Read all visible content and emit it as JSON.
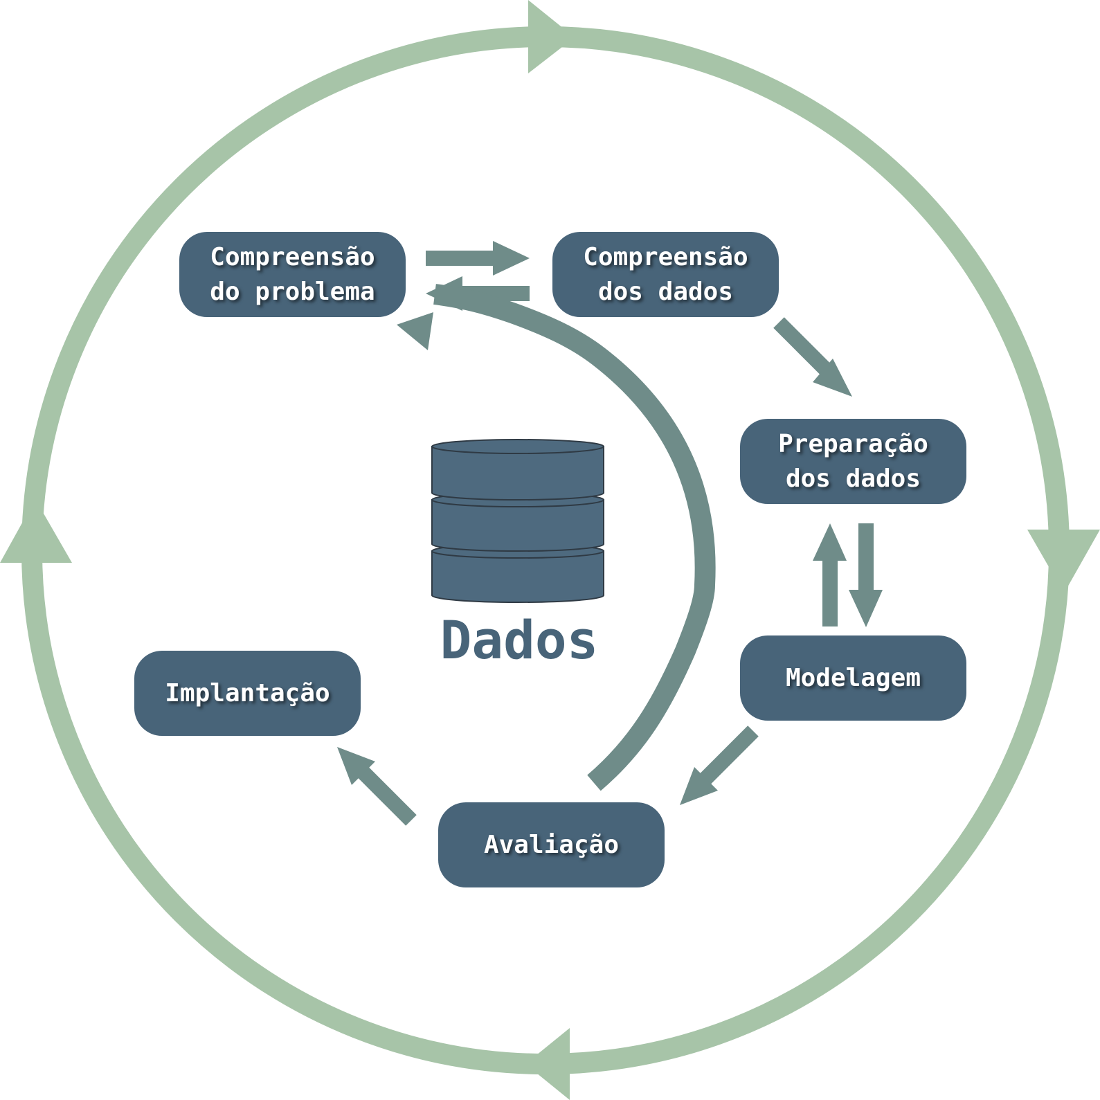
{
  "colors": {
    "node_fill": "#486479",
    "node_text": "#ffffff",
    "inner_arrow": "#6f8c89",
    "outer_cycle": "#a7c4a8",
    "database_fill": "#4e6a7f",
    "database_stroke": "#2f3a44"
  },
  "nodes": {
    "problem": {
      "line1": "Compreensão",
      "line2": "do problema"
    },
    "data_understanding": {
      "line1": "Compreensão",
      "line2": "dos dados"
    },
    "data_preparation": {
      "line1": "Preparação",
      "line2": "dos dados"
    },
    "modeling": {
      "line1": "Modelagem"
    },
    "evaluation": {
      "line1": "Avaliação"
    },
    "deployment": {
      "line1": "Implantação"
    }
  },
  "center": {
    "label": "Dados",
    "icon": "database-icon"
  }
}
